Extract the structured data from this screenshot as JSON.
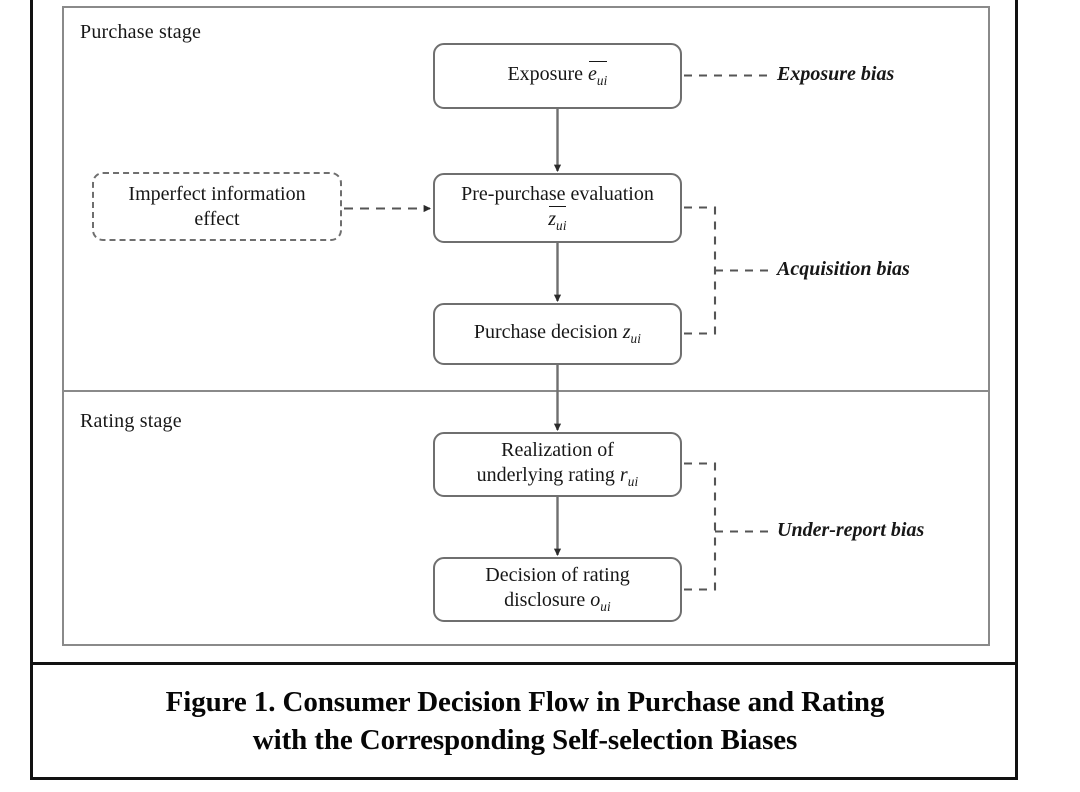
{
  "figure": {
    "caption_line1": "Figure 1. Consumer Decision Flow in Purchase and Rating",
    "caption_line2": "with the Corresponding Self-selection Biases"
  },
  "stages": [
    {
      "id": "purchase",
      "label": "Purchase stage"
    },
    {
      "id": "rating",
      "label": "Rating stage"
    }
  ],
  "nodes": {
    "exposure": {
      "line1": "Exposure",
      "var_base": "e",
      "var_sub": "ui",
      "overbar": true
    },
    "pre_purchase_evaluation": {
      "line1": "Pre-purchase evaluation",
      "var_base": "z",
      "var_sub": "ui",
      "overbar": true
    },
    "purchase_decision": {
      "line1": "Purchase decision",
      "var_base": "z",
      "var_sub": "ui",
      "overbar": false
    },
    "realization": {
      "line1": "Realization of",
      "line2": "underlying rating",
      "var_base": "r",
      "var_sub": "ui",
      "overbar": false
    },
    "disclosure": {
      "line1": "Decision of rating",
      "line2": "disclosure",
      "var_base": "o",
      "var_sub": "ui",
      "overbar": false
    },
    "imperfect_information": {
      "line1": "Imperfect information",
      "line2": "effect"
    }
  },
  "biases": [
    {
      "id": "exposure-bias",
      "label": "Exposure bias"
    },
    {
      "id": "acquisition-bias",
      "label": "Acquisition bias"
    },
    {
      "id": "under-report-bias",
      "label": "Under-report bias"
    }
  ],
  "colors": {
    "frame": "#111111",
    "panel_border": "#8a8a8a",
    "node_border": "#6f6f6f",
    "text": "#171717",
    "connector": "#5a5a5a"
  }
}
